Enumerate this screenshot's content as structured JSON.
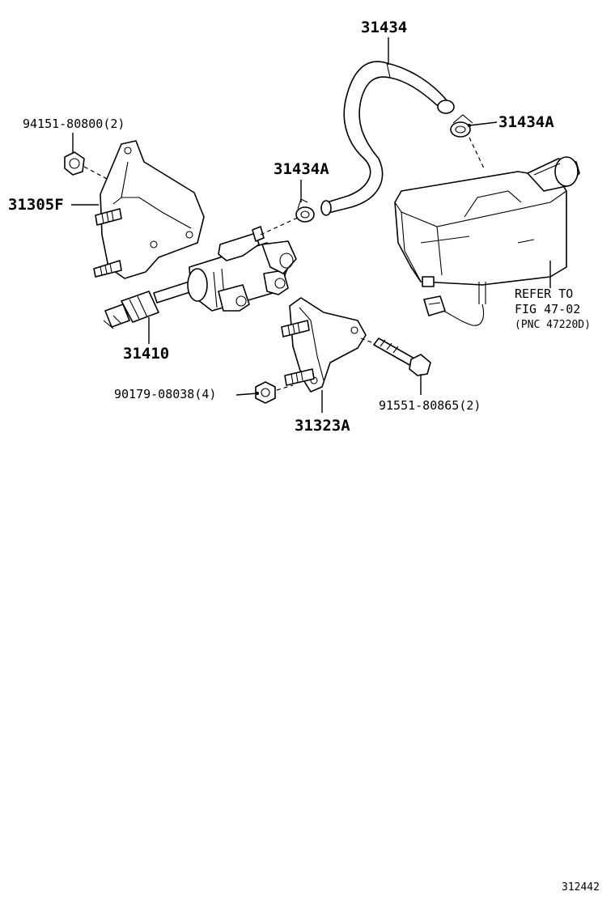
{
  "labels": {
    "hose": "31434",
    "clamp_right": "31434A",
    "clamp_left": "31434A",
    "nut_top": "94151-80800(2)",
    "bracket_left": "31305F",
    "master_cylinder": "31410",
    "nut_bottom": "90179-08038(4)",
    "bracket_bottom": "31323A",
    "bolt": "91551-80865(2)",
    "refer_line1": "REFER TO",
    "refer_line2": "FIG 47-02",
    "refer_line3": "(PNC 47220D)",
    "figure_id": "312442"
  }
}
